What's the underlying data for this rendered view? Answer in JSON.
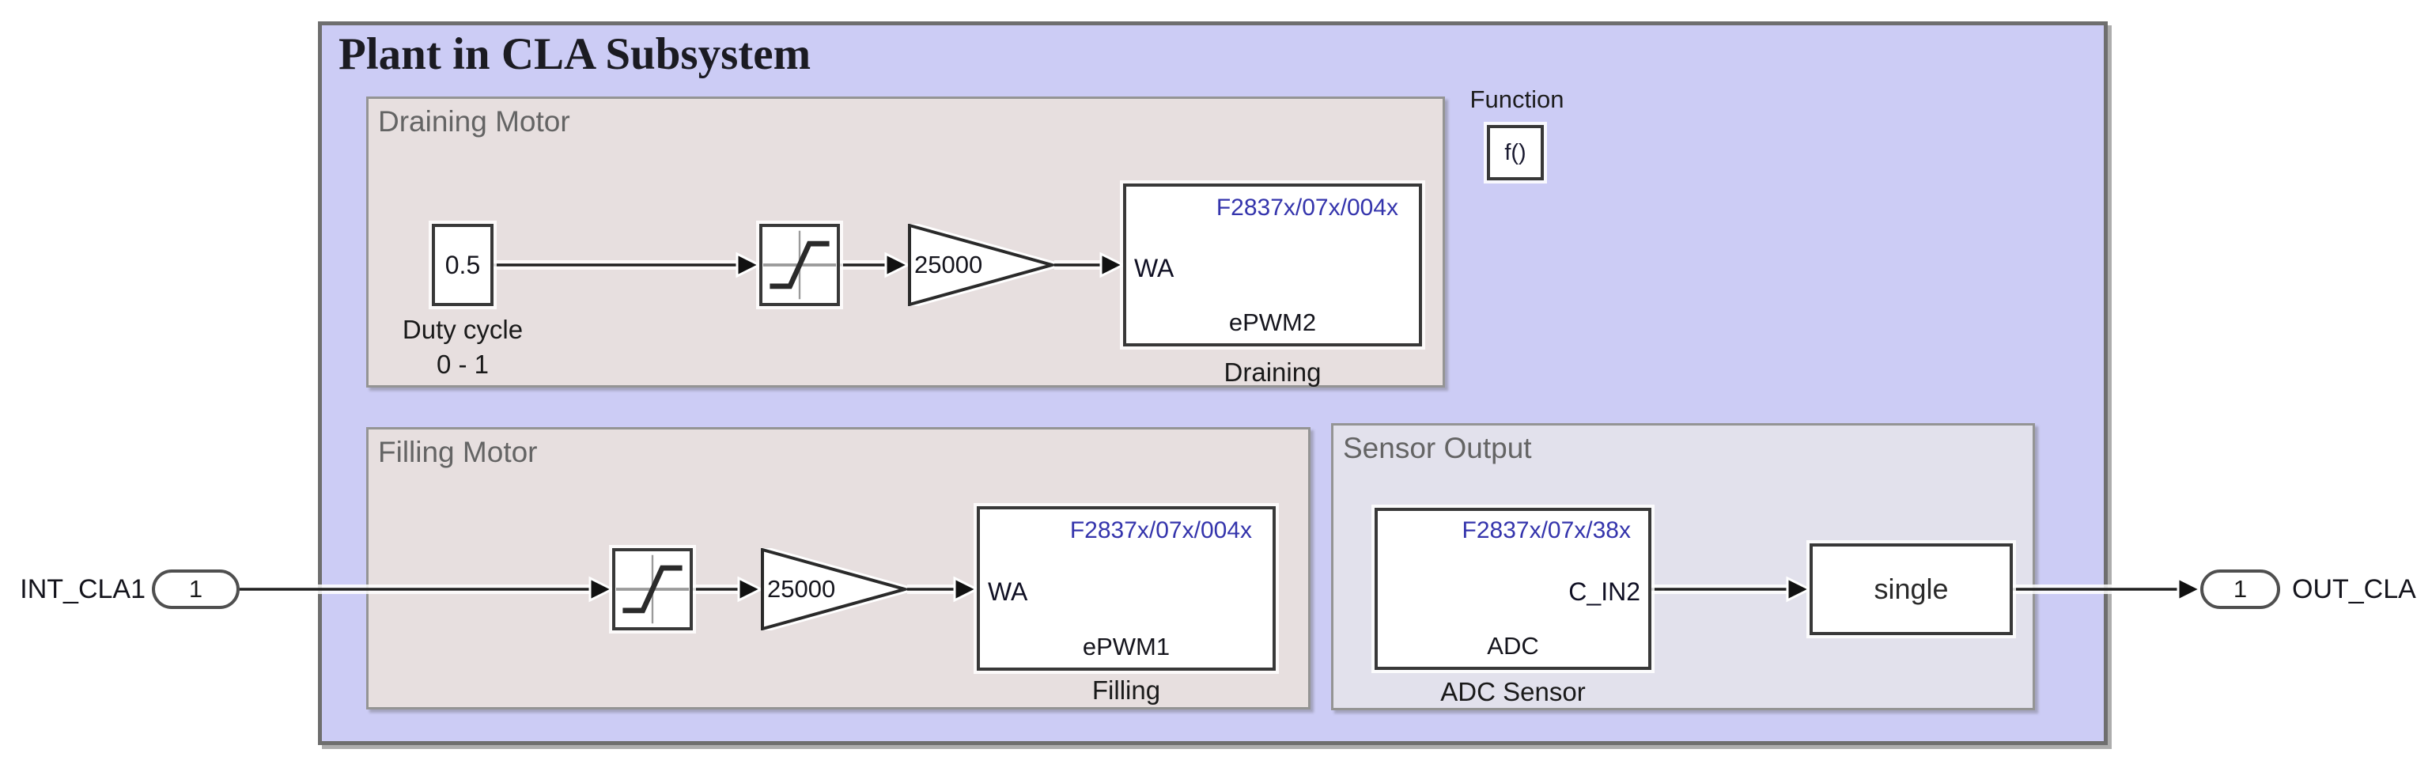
{
  "title": "Plant in CLA Subsystem",
  "ports": {
    "input": {
      "number": "1",
      "label": "INT_CLA1"
    },
    "output": {
      "number": "1",
      "label": "OUT_CLA"
    }
  },
  "function_trigger": {
    "label": "Function",
    "text": "f()"
  },
  "areas": {
    "draining_motor": {
      "label": "Draining Motor"
    },
    "filling_motor": {
      "label": "Filling Motor"
    },
    "sensor_output": {
      "label": "Sensor Output"
    }
  },
  "blocks": {
    "duty_cycle": {
      "value": "0.5",
      "label_line1": "Duty cycle",
      "label_line2": "0 - 1"
    },
    "gain_draining": {
      "value": "25000"
    },
    "gain_filling": {
      "value": "25000"
    },
    "epwm2": {
      "chip": "F2837x/07x/004x",
      "port": "WA",
      "name": "ePWM2",
      "label": "Draining"
    },
    "epwm1": {
      "chip": "F2837x/07x/004x",
      "port": "WA",
      "name": "ePWM1",
      "label": "Filling"
    },
    "adc": {
      "chip": "F2837x/07x/38x",
      "port": "C_IN2",
      "name": "ADC",
      "label": "ADC Sensor"
    },
    "convert": {
      "value": "single"
    }
  },
  "colors": {
    "subsystem_fill": "#ccccf5",
    "motor_area_fill": "#e7dfdf",
    "sensor_area_fill": "#e2e1ec",
    "chip_text": "#3434ac",
    "wire_color": "#1f1f1f",
    "area_label": "#646464"
  }
}
